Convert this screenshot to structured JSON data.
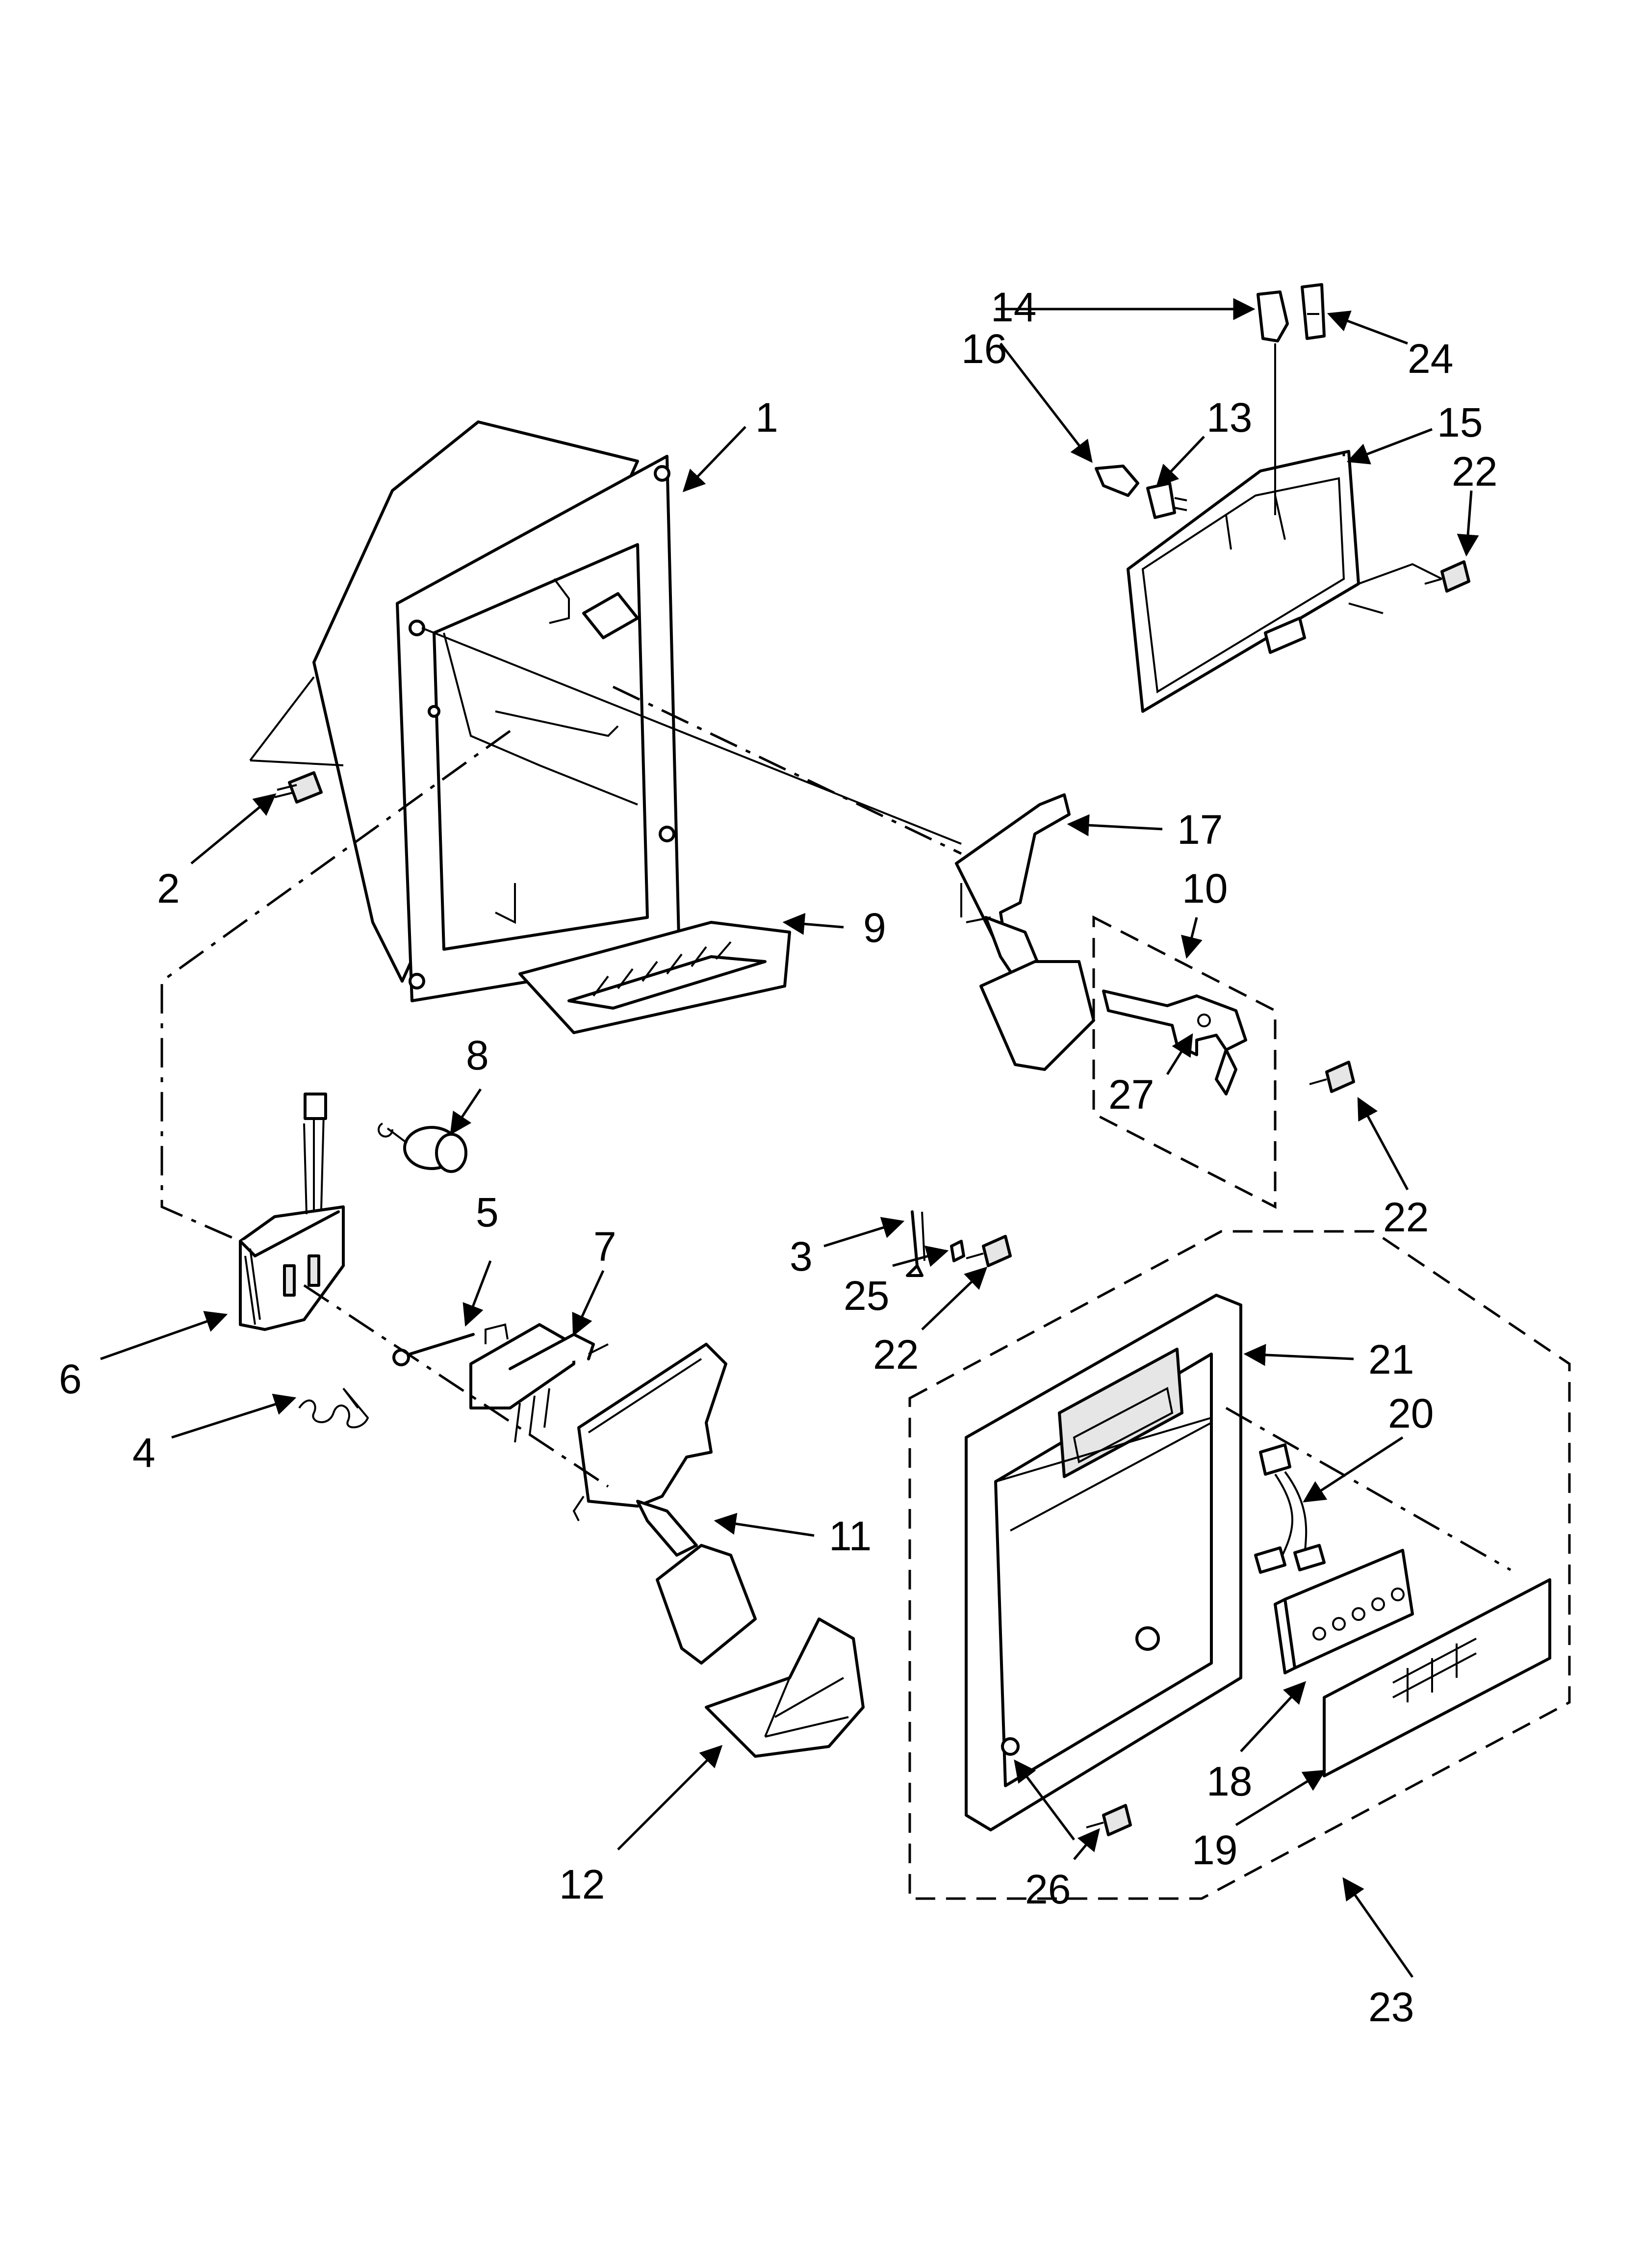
{
  "diagram": {
    "accent_color": "#000000",
    "callouts": [
      {
        "id": "c1",
        "label": "1"
      },
      {
        "id": "c2",
        "label": "2"
      },
      {
        "id": "c3",
        "label": "3"
      },
      {
        "id": "c4",
        "label": "4"
      },
      {
        "id": "c5",
        "label": "5"
      },
      {
        "id": "c6",
        "label": "6"
      },
      {
        "id": "c7",
        "label": "7"
      },
      {
        "id": "c8",
        "label": "8"
      },
      {
        "id": "c9",
        "label": "9"
      },
      {
        "id": "c10",
        "label": "10"
      },
      {
        "id": "c11",
        "label": "11"
      },
      {
        "id": "c12",
        "label": "12"
      },
      {
        "id": "c13",
        "label": "13"
      },
      {
        "id": "c14",
        "label": "14"
      },
      {
        "id": "c15",
        "label": "15"
      },
      {
        "id": "c16",
        "label": "16"
      },
      {
        "id": "c17",
        "label": "17"
      },
      {
        "id": "c18",
        "label": "18"
      },
      {
        "id": "c19",
        "label": "19"
      },
      {
        "id": "c20",
        "label": "20"
      },
      {
        "id": "c21",
        "label": "21"
      },
      {
        "id": "c22a",
        "label": "22"
      },
      {
        "id": "c22b",
        "label": "22"
      },
      {
        "id": "c22c",
        "label": "22"
      },
      {
        "id": "c23",
        "label": "23"
      },
      {
        "id": "c24",
        "label": "24"
      },
      {
        "id": "c25",
        "label": "25"
      },
      {
        "id": "c26",
        "label": "26"
      },
      {
        "id": "c27",
        "label": "27"
      }
    ]
  }
}
